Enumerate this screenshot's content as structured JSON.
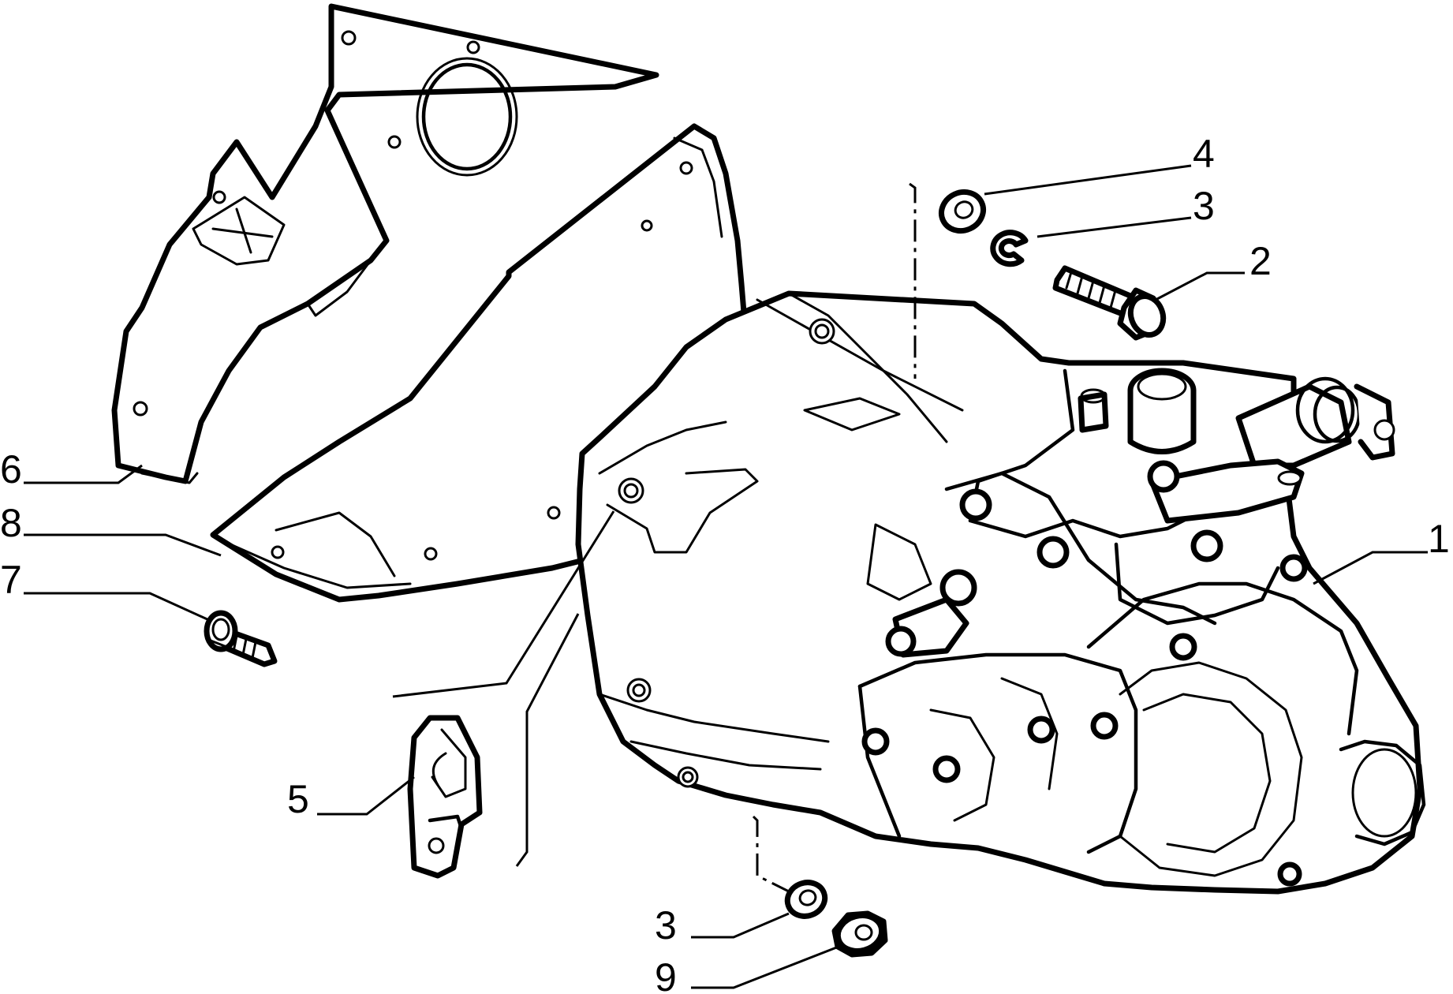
{
  "callouts": {
    "c1": "1",
    "c2": "2",
    "c3a": "3",
    "c3b": "3",
    "c4": "4",
    "c5": "5",
    "c6": "6",
    "c7": "7",
    "c8": "8",
    "c9": "9"
  }
}
